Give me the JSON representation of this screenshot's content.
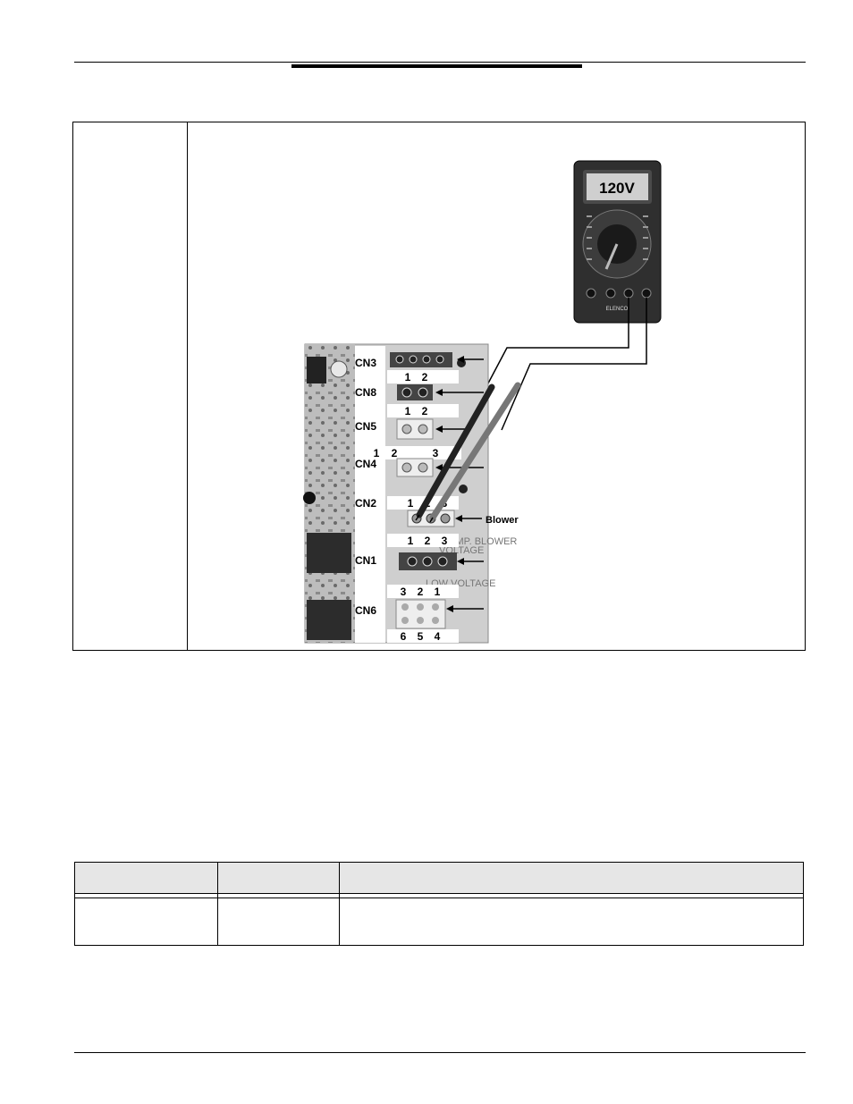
{
  "figure": {
    "meter_display": "120V",
    "meter_brand": "ELENCO",
    "connectors": [
      {
        "label": "CN3",
        "pins": [
          "1",
          "2"
        ]
      },
      {
        "label": "CN8",
        "pins": [
          "1",
          "2"
        ]
      },
      {
        "label": "CN5",
        "pins": [
          "1",
          "2",
          "3"
        ]
      },
      {
        "label": "CN4",
        "pins": [
          "1",
          "2",
          "3"
        ]
      },
      {
        "label": "CN2",
        "pins": [
          "1",
          "2",
          "3"
        ]
      },
      {
        "label": "CN1",
        "pins": [
          "3",
          "2",
          "1"
        ]
      },
      {
        "label": "CN6",
        "pins": [
          "6",
          "5",
          "4"
        ]
      }
    ],
    "blower_label": "Blower",
    "board_text": [
      "COMP. BLOWER",
      "VOLTAGE",
      "LOW VOLTAGE"
    ]
  },
  "table": {
    "headers": [
      "",
      "",
      ""
    ],
    "rows": [
      [
        "",
        "",
        ""
      ]
    ]
  }
}
